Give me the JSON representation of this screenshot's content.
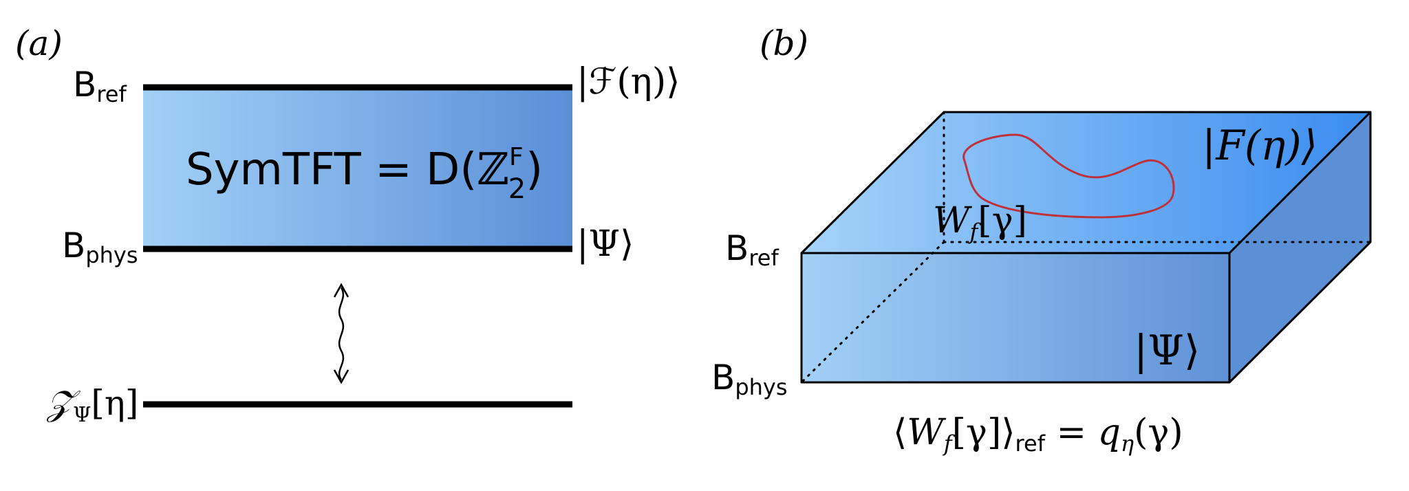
{
  "panel_a": {
    "label": "(a)",
    "b_ref": {
      "main": "B",
      "sub": "ref"
    },
    "b_phys": {
      "main": "B",
      "sub": "phys"
    },
    "slab_text": {
      "prefix": "SymTFT = D(",
      "z": "ℤ",
      "sup": "F",
      "sub": "2",
      "suffix": ")"
    },
    "state_top": "|ℱ(η)⟩",
    "state_bottom": "|Ψ⟩",
    "partition": {
      "main": "𝒵",
      "sub": "Ψ",
      "arg": "[η]"
    }
  },
  "panel_b": {
    "label": "(b)",
    "b_ref": {
      "main": "B",
      "sub": "ref"
    },
    "b_phys": {
      "main": "B",
      "sub": "phys"
    },
    "state_top": "|F(η)⟩",
    "state_front": "|Ψ⟩",
    "wilson": {
      "main": "W",
      "sub": "f",
      "arg": "[γ]"
    },
    "equation": {
      "open": "⟨",
      "w": "W",
      "w_sub": "f",
      "arg": "[γ]",
      "close": "⟩",
      "ref": "ref",
      "eq": " = ",
      "q": "q",
      "q_sub": "η",
      "q_arg": "(γ)"
    }
  },
  "colors": {
    "slab_light": "#a2d0f7",
    "slab_dark": "#5a8fd8",
    "top_light": "#9acdf6",
    "top_dark": "#3b8ef0",
    "side": "#5b8fd6",
    "loop": "#c0303a",
    "line": "#000000"
  }
}
